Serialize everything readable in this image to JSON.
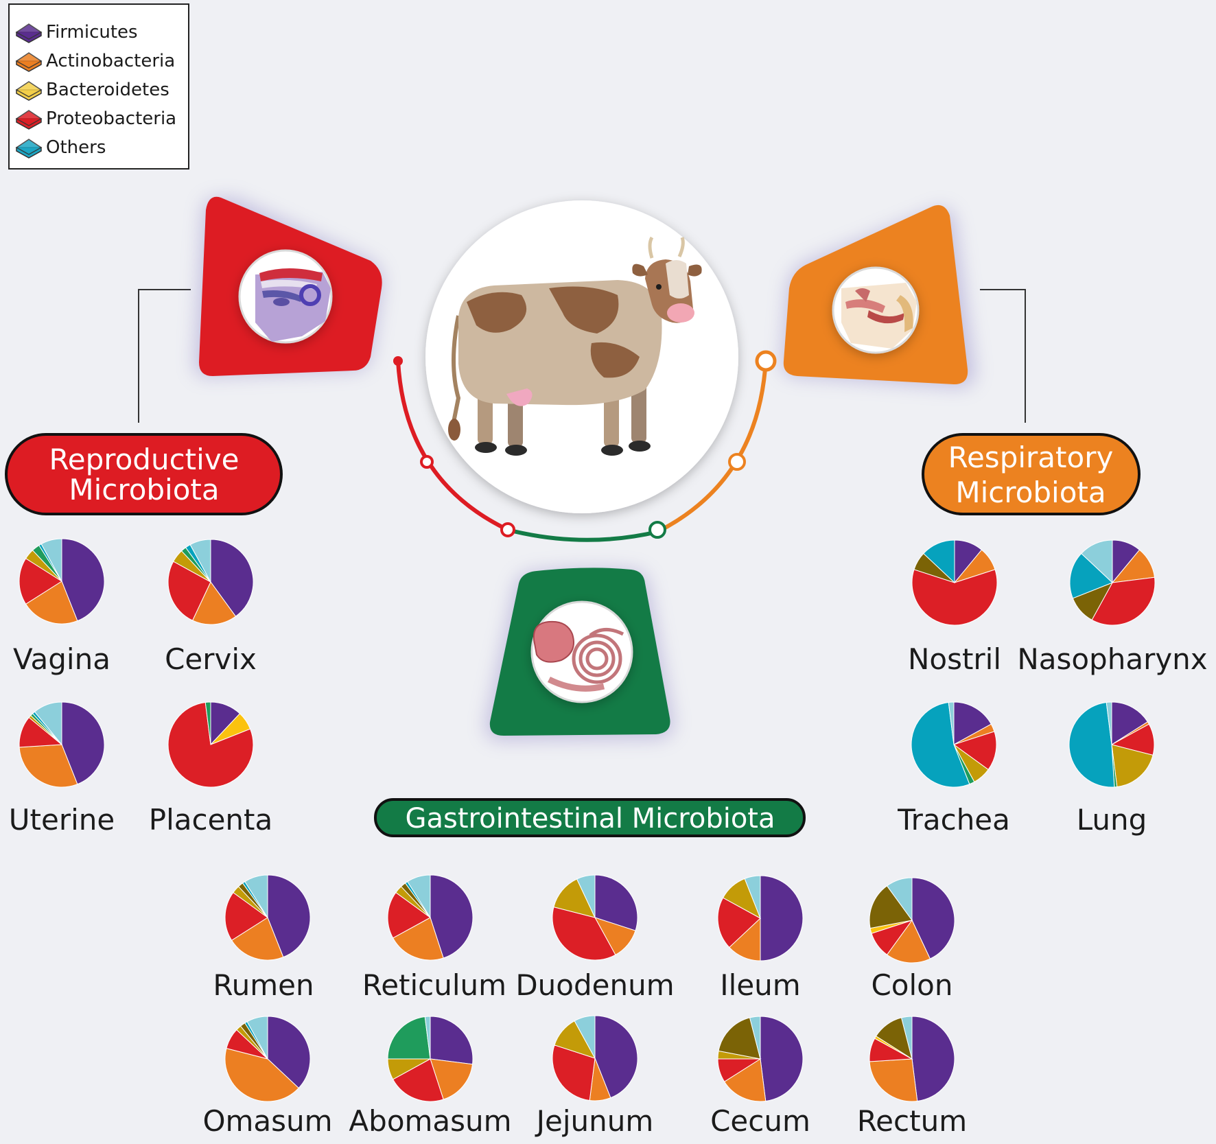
{
  "legend": {
    "items": [
      {
        "label": "Firmicutes",
        "color": "#5a2d8f"
      },
      {
        "label": "Actinobacteria",
        "color": "#ec7f22"
      },
      {
        "label": "Bacteroidetes",
        "color": "#f3cf4a"
      },
      {
        "label": "Proteobacteria",
        "color": "#dc1f26"
      },
      {
        "label": "Others",
        "color": "#1ca6c4"
      }
    ]
  },
  "colors": {
    "purple": "#5a2d8f",
    "orange": "#ec7f22",
    "yellow": "#fbc20f",
    "red": "#dc1f26",
    "teal": "#06a2bd",
    "lightblue": "#8ccfdb",
    "olive": "#7b6306",
    "mustard": "#c39b08",
    "green": "#1f9c5c",
    "darkgreen": "#137b46",
    "reproductive": "#dd1c23",
    "respiratory": "#ec8220"
  },
  "sections": {
    "reproductive_title": "Reproductive Microbiota",
    "respiratory_title": "Respiratory Microbiota",
    "gastro_title": "Gastrointestinal Microbiota"
  },
  "chart_data": [
    {
      "type": "pie",
      "name": "Vagina",
      "values": [
        {
          "c": "purple",
          "v": 44
        },
        {
          "c": "orange",
          "v": 22
        },
        {
          "c": "red",
          "v": 18
        },
        {
          "c": "mustard",
          "v": 4
        },
        {
          "c": "green",
          "v": 3
        },
        {
          "c": "teal",
          "v": 1
        },
        {
          "c": "lightblue",
          "v": 8
        }
      ]
    },
    {
      "type": "pie",
      "name": "Cervix",
      "values": [
        {
          "c": "purple",
          "v": 40
        },
        {
          "c": "orange",
          "v": 17
        },
        {
          "c": "red",
          "v": 26
        },
        {
          "c": "mustard",
          "v": 5
        },
        {
          "c": "green",
          "v": 2
        },
        {
          "c": "teal",
          "v": 2
        },
        {
          "c": "lightblue",
          "v": 8
        }
      ]
    },
    {
      "type": "pie",
      "name": "Uterine",
      "values": [
        {
          "c": "purple",
          "v": 44
        },
        {
          "c": "orange",
          "v": 30
        },
        {
          "c": "red",
          "v": 12
        },
        {
          "c": "mustard",
          "v": 1
        },
        {
          "c": "green",
          "v": 1
        },
        {
          "c": "teal",
          "v": 1
        },
        {
          "c": "lightblue",
          "v": 11
        }
      ]
    },
    {
      "type": "pie",
      "name": "Placenta",
      "values": [
        {
          "c": "purple",
          "v": 12
        },
        {
          "c": "yellow",
          "v": 7
        },
        {
          "c": "red",
          "v": 79
        },
        {
          "c": "green",
          "v": 2
        }
      ]
    },
    {
      "type": "pie",
      "name": "Nostril",
      "values": [
        {
          "c": "purple",
          "v": 11
        },
        {
          "c": "orange",
          "v": 9
        },
        {
          "c": "red",
          "v": 60
        },
        {
          "c": "olive",
          "v": 7
        },
        {
          "c": "teal",
          "v": 13
        }
      ]
    },
    {
      "type": "pie",
      "name": "Nasopharynx",
      "values": [
        {
          "c": "purple",
          "v": 11
        },
        {
          "c": "orange",
          "v": 12
        },
        {
          "c": "red",
          "v": 35
        },
        {
          "c": "olive",
          "v": 11
        },
        {
          "c": "teal",
          "v": 18
        },
        {
          "c": "lightblue",
          "v": 13
        }
      ]
    },
    {
      "type": "pie",
      "name": "Trachea",
      "values": [
        {
          "c": "purple",
          "v": 17
        },
        {
          "c": "orange",
          "v": 3
        },
        {
          "c": "red",
          "v": 15
        },
        {
          "c": "mustard",
          "v": 7
        },
        {
          "c": "green",
          "v": 2
        },
        {
          "c": "teal",
          "v": 54
        },
        {
          "c": "lightblue",
          "v": 2
        }
      ]
    },
    {
      "type": "pie",
      "name": "Lung",
      "values": [
        {
          "c": "purple",
          "v": 16
        },
        {
          "c": "orange",
          "v": 1
        },
        {
          "c": "red",
          "v": 12
        },
        {
          "c": "mustard",
          "v": 19
        },
        {
          "c": "green",
          "v": 1
        },
        {
          "c": "teal",
          "v": 49
        },
        {
          "c": "lightblue",
          "v": 2
        }
      ]
    },
    {
      "type": "pie",
      "name": "Rumen",
      "values": [
        {
          "c": "purple",
          "v": 44
        },
        {
          "c": "orange",
          "v": 22
        },
        {
          "c": "red",
          "v": 19
        },
        {
          "c": "mustard",
          "v": 3
        },
        {
          "c": "olive",
          "v": 2
        },
        {
          "c": "teal",
          "v": 1
        },
        {
          "c": "lightblue",
          "v": 9
        }
      ]
    },
    {
      "type": "pie",
      "name": "Reticulum",
      "values": [
        {
          "c": "purple",
          "v": 45
        },
        {
          "c": "orange",
          "v": 22
        },
        {
          "c": "red",
          "v": 18
        },
        {
          "c": "mustard",
          "v": 3
        },
        {
          "c": "olive",
          "v": 2
        },
        {
          "c": "teal",
          "v": 1
        },
        {
          "c": "lightblue",
          "v": 9
        }
      ]
    },
    {
      "type": "pie",
      "name": "Duodenum",
      "values": [
        {
          "c": "purple",
          "v": 30
        },
        {
          "c": "orange",
          "v": 12
        },
        {
          "c": "red",
          "v": 37
        },
        {
          "c": "mustard",
          "v": 14
        },
        {
          "c": "lightblue",
          "v": 7
        }
      ]
    },
    {
      "type": "pie",
      "name": "Ileum",
      "values": [
        {
          "c": "purple",
          "v": 50
        },
        {
          "c": "orange",
          "v": 13
        },
        {
          "c": "red",
          "v": 20
        },
        {
          "c": "mustard",
          "v": 11
        },
        {
          "c": "lightblue",
          "v": 6
        }
      ]
    },
    {
      "type": "pie",
      "name": "Colon",
      "values": [
        {
          "c": "purple",
          "v": 43
        },
        {
          "c": "orange",
          "v": 17
        },
        {
          "c": "red",
          "v": 10
        },
        {
          "c": "yellow",
          "v": 2
        },
        {
          "c": "olive",
          "v": 18
        },
        {
          "c": "lightblue",
          "v": 10
        }
      ]
    },
    {
      "type": "pie",
      "name": "Omasum",
      "values": [
        {
          "c": "purple",
          "v": 37
        },
        {
          "c": "orange",
          "v": 42
        },
        {
          "c": "red",
          "v": 8
        },
        {
          "c": "mustard",
          "v": 2
        },
        {
          "c": "olive",
          "v": 2
        },
        {
          "c": "teal",
          "v": 1
        },
        {
          "c": "lightblue",
          "v": 8
        }
      ]
    },
    {
      "type": "pie",
      "name": "Abomasum",
      "values": [
        {
          "c": "purple",
          "v": 27
        },
        {
          "c": "orange",
          "v": 18
        },
        {
          "c": "red",
          "v": 22
        },
        {
          "c": "mustard",
          "v": 8
        },
        {
          "c": "green",
          "v": 23
        },
        {
          "c": "lightblue",
          "v": 2
        }
      ]
    },
    {
      "type": "pie",
      "name": "Jejunum",
      "values": [
        {
          "c": "purple",
          "v": 44
        },
        {
          "c": "orange",
          "v": 8
        },
        {
          "c": "red",
          "v": 28
        },
        {
          "c": "mustard",
          "v": 12
        },
        {
          "c": "lightblue",
          "v": 8
        }
      ]
    },
    {
      "type": "pie",
      "name": "Cecum",
      "values": [
        {
          "c": "purple",
          "v": 48
        },
        {
          "c": "orange",
          "v": 18
        },
        {
          "c": "red",
          "v": 9
        },
        {
          "c": "mustard",
          "v": 3
        },
        {
          "c": "olive",
          "v": 18
        },
        {
          "c": "lightblue",
          "v": 4
        }
      ]
    },
    {
      "type": "pie",
      "name": "Rectum",
      "values": [
        {
          "c": "purple",
          "v": 48
        },
        {
          "c": "orange",
          "v": 26
        },
        {
          "c": "red",
          "v": 9
        },
        {
          "c": "yellow",
          "v": 1
        },
        {
          "c": "olive",
          "v": 12
        },
        {
          "c": "lightblue",
          "v": 4
        }
      ]
    }
  ]
}
